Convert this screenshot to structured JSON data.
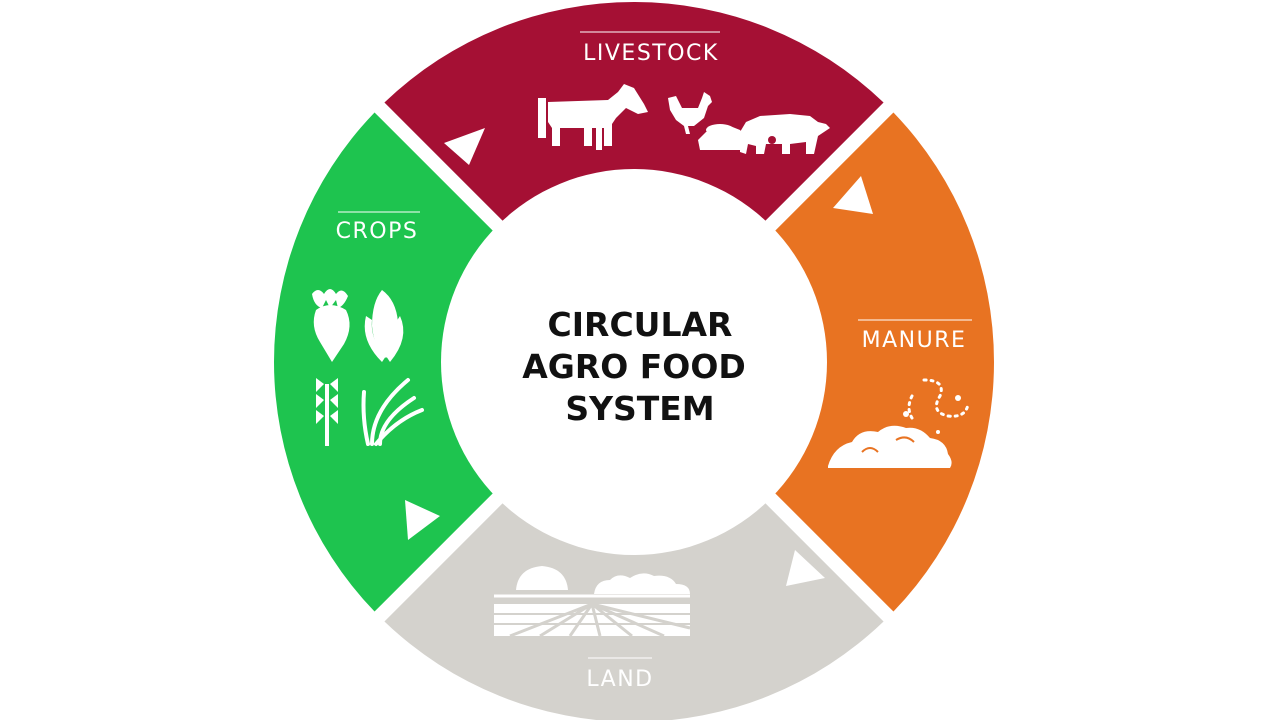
{
  "center": {
    "line1": "CIRCULAR",
    "line2": "AGRO FOOD",
    "line3": "SYSTEM"
  },
  "segments": {
    "livestock": {
      "label": "LIVESTOCK",
      "color": "#a51034",
      "icons": [
        "cow-icon",
        "chicken-icon",
        "pig-icon",
        "feed-trough-icon"
      ]
    },
    "manure": {
      "label": "MANURE",
      "color": "#e87322",
      "icons": [
        "manure-pile-icon",
        "odor-icon"
      ]
    },
    "land": {
      "label": "LAND",
      "color": "#d4d2cd",
      "icons": [
        "field-rows-icon",
        "sun-icon",
        "clouds-icon"
      ]
    },
    "crops": {
      "label": "CROPS",
      "color": "#1ec44f",
      "icons": [
        "beet-icon",
        "corn-icon",
        "wheat-icon",
        "grass-icon"
      ]
    }
  },
  "arrow_color": "#ffffff",
  "background": "#ffffff"
}
